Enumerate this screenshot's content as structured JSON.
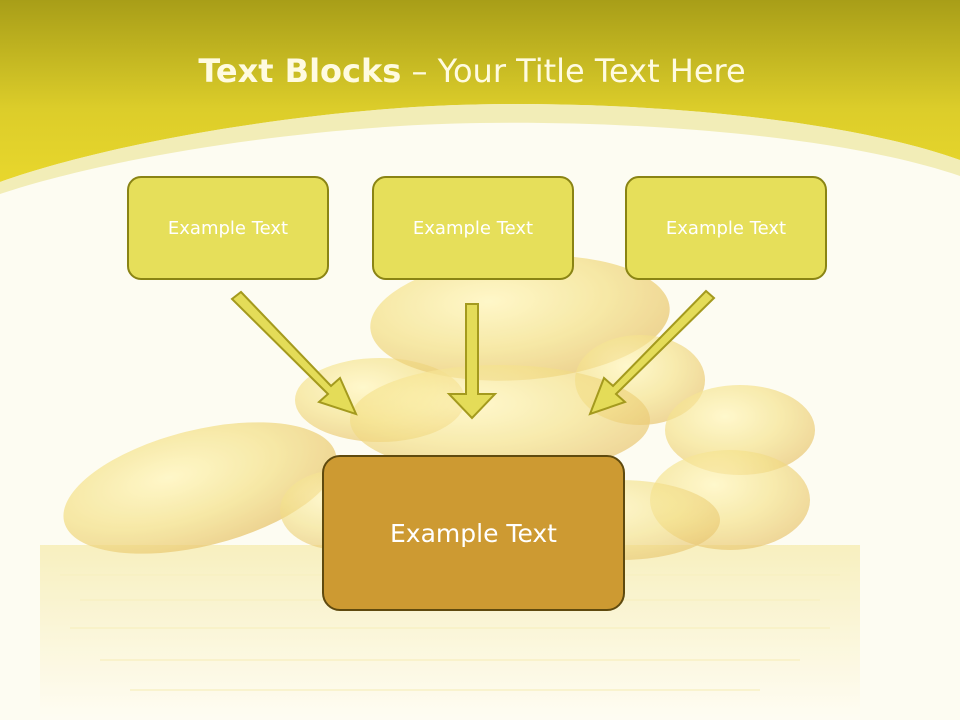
{
  "slide": {
    "title_bold": "Text Blocks",
    "title_dash": "–",
    "title_rest": "Your Title Text Here"
  },
  "blocks": {
    "top": [
      {
        "label": "Example Text"
      },
      {
        "label": "Example Text"
      },
      {
        "label": "Example Text"
      }
    ],
    "bottom": {
      "label": "Example Text"
    }
  },
  "colors": {
    "header_top": "#a89e18",
    "header_bottom": "#e6d52a",
    "small_box_fill": "#e6df5a",
    "small_box_border": "#8a8414",
    "big_box_fill": "#cd9a32",
    "big_box_border": "#5f4a0e",
    "arrow_fill": "#e4dc58",
    "arrow_stroke": "#a49a1e"
  },
  "icons": [
    "arrow-down-right-icon",
    "arrow-down-icon",
    "arrow-down-left-icon"
  ]
}
